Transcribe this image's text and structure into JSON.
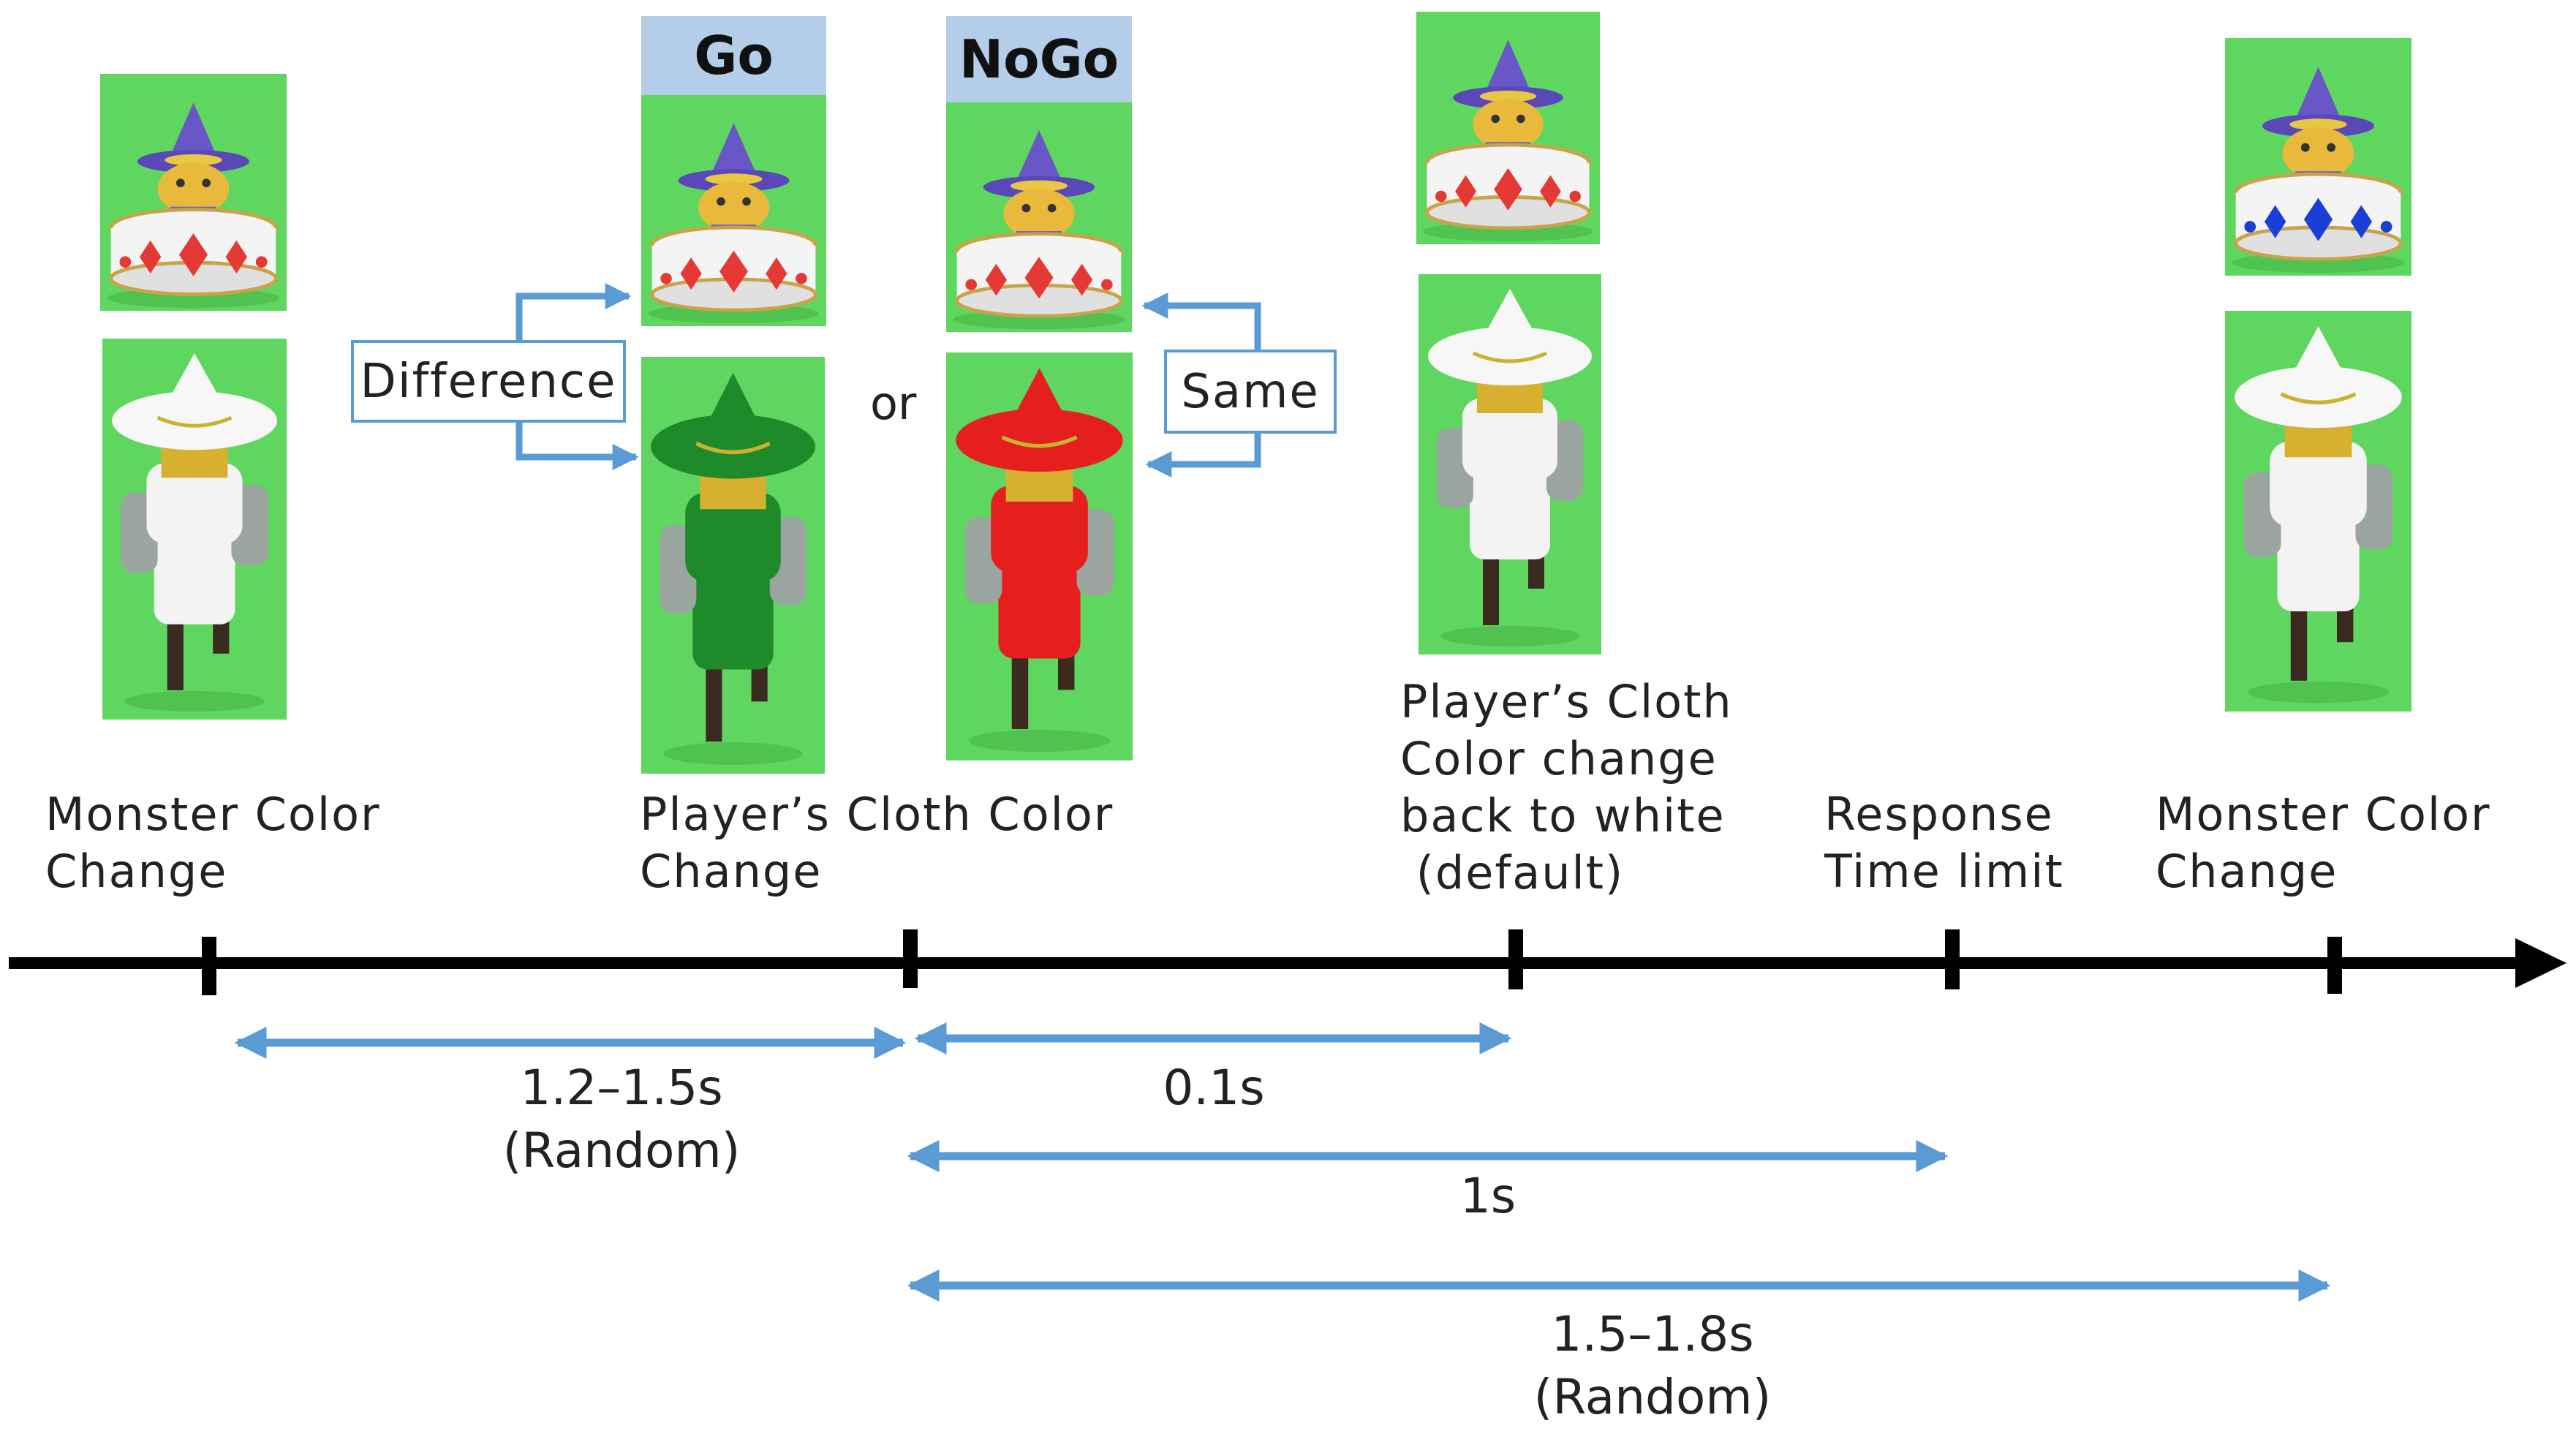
{
  "colors": {
    "background_green": "#5fd65f",
    "timeline": "#000000",
    "arrow_blue": "#5b9bd5",
    "header_blue": "#b4cde8",
    "monster_default": "#e53935",
    "monster_changed": "#1a3fd6",
    "cloth_default": "#f3f3f3",
    "cloth_go": "#1f8a2a",
    "cloth_nogo": "#e51e1e"
  },
  "conditions": {
    "go": "Go",
    "nogo": "NoGo",
    "or": "or",
    "difference": "Difference",
    "same": "Same"
  },
  "events": [
    {
      "id": "monster-change-1",
      "label": "Monster Color\nChange"
    },
    {
      "id": "cloth-change",
      "label": "Player’s Cloth Color\nChange"
    },
    {
      "id": "cloth-back",
      "label": "Player’s Cloth\nColor change\nback to white\n (default)"
    },
    {
      "id": "response-limit",
      "label": "Response\nTime limit"
    },
    {
      "id": "monster-change-2",
      "label": "Monster Color\nChange"
    }
  ],
  "intervals": [
    {
      "id": "pre",
      "label": "1.2–1.5s\n(Random)"
    },
    {
      "id": "cloth-duration",
      "label": "0.1s"
    },
    {
      "id": "response-window",
      "label": "1s"
    },
    {
      "id": "post",
      "label": "1.5–1.8s\n(Random)"
    }
  ],
  "icons": {
    "monster": "monster-in-drum-icon",
    "player": "witch-hat-player-icon"
  }
}
